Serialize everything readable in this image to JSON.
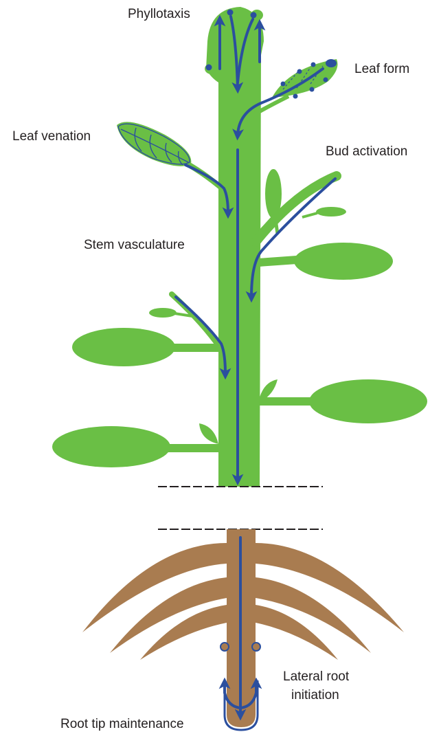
{
  "labels": {
    "phyllotaxis": "Phyllotaxis",
    "leaf_form": "Leaf form",
    "leaf_venation": "Leaf venation",
    "bud_activation": "Bud activation",
    "stem_vasculature": "Stem vasculature",
    "lateral_root_initiation_line1": "Lateral root",
    "lateral_root_initiation_line2": "initiation",
    "root_tip_maintenance": "Root tip maintenance"
  },
  "colors": {
    "shoot": "#6abf45",
    "root": "#a97c50",
    "arrow": "#2b4f9e",
    "text": "#231f20",
    "divider": "#231f20"
  }
}
